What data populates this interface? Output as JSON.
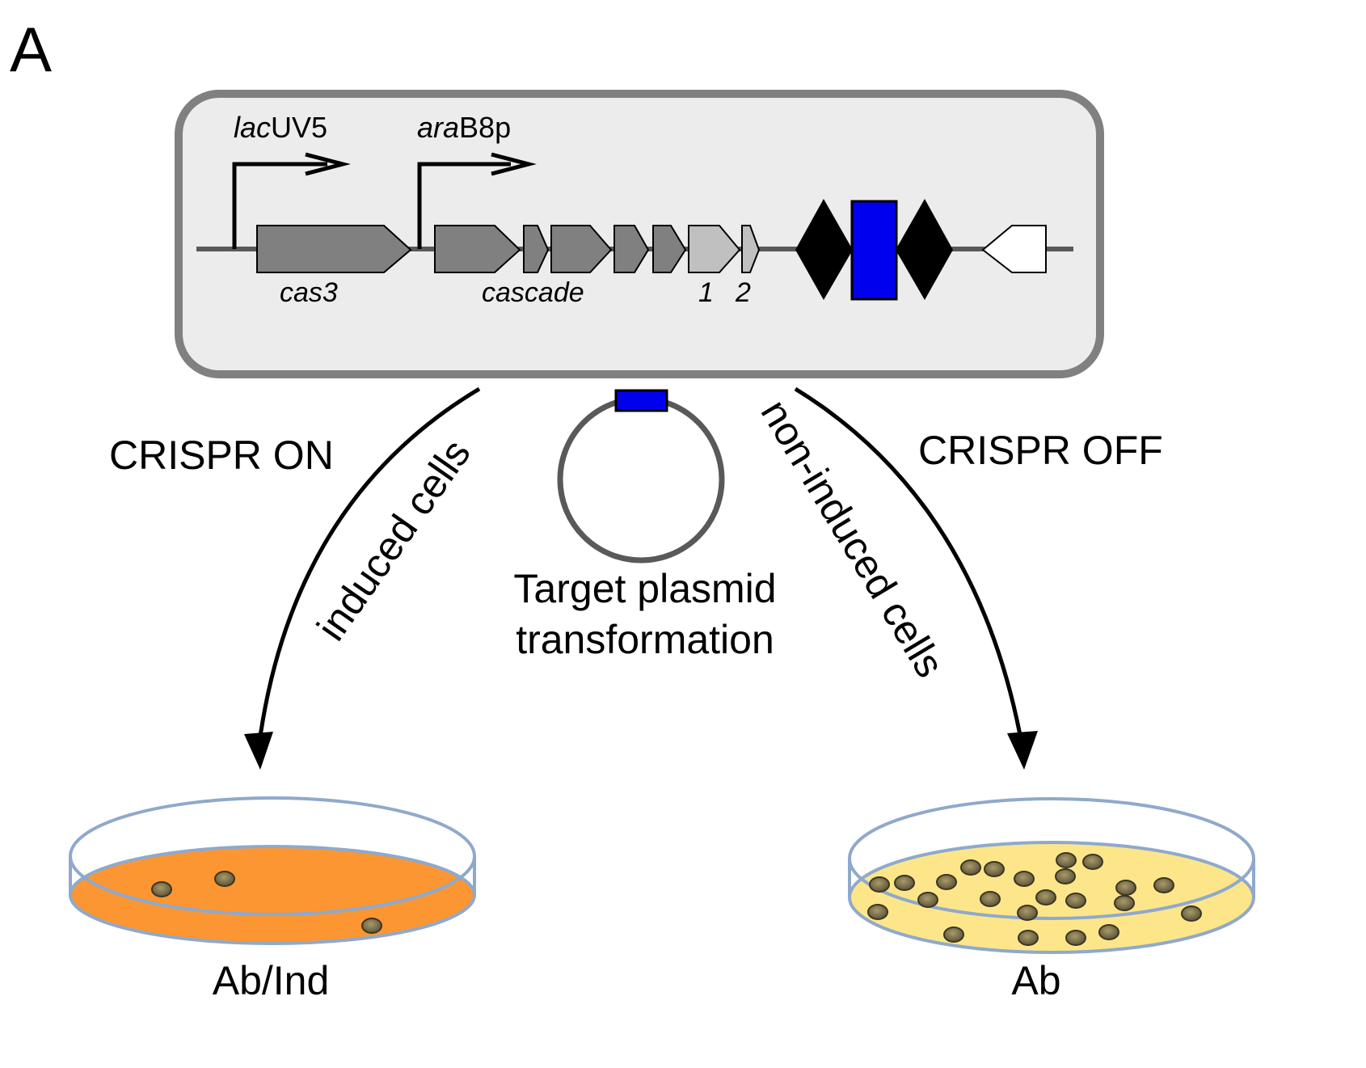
{
  "panel_label": "A",
  "promoters": {
    "lac": {
      "italic": "lac",
      "normal": "UV5"
    },
    "ara": {
      "italic": "ara",
      "normal": "B8p"
    }
  },
  "gene_labels": {
    "cas3": "cas3",
    "cascade": "cascade",
    "gene1": "1",
    "gene2": "2"
  },
  "branch_labels": {
    "left_title": "CRISPR ON",
    "left_arrow": "induced cells",
    "right_title": "CRISPR OFF",
    "right_arrow": "non-induced cells"
  },
  "plasmid": {
    "line1": "Target plasmid",
    "line2": "transformation"
  },
  "plates": {
    "left_label": "Ab/Ind",
    "right_label": "Ab"
  },
  "colors": {
    "frame": "#808080",
    "frame_fill": "#ececec",
    "gene_dark": "#808080",
    "gene_light": "#c0c0c0",
    "spacer": "#0000ee",
    "repeat": "#000000",
    "plate_left": "#fb9632",
    "plate_right": "#fde68a",
    "plate_rim": "#8fa9cc",
    "colony": "#6e6446"
  }
}
